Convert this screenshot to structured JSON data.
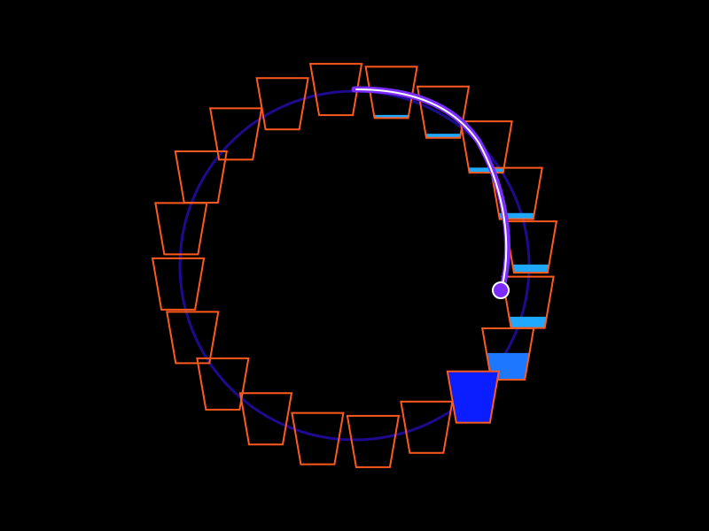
{
  "colors": {
    "background": "#000000",
    "cup_outline": "#ff5a1e",
    "ring": "#1e0a8c",
    "stream_outer": "#7b2cff",
    "stream_inner": "#ffffff",
    "water_light": "#1ea8ff",
    "water_mid": "#1e78ff",
    "water_full": "#0a1eff",
    "ball_fill": "#7b2cff",
    "ball_ring": "#ffffff"
  },
  "cups": [
    {
      "fill": 0.06
    },
    {
      "fill": 0.08
    },
    {
      "fill": 0.1
    },
    {
      "fill": 0.12
    },
    {
      "fill": 0.16
    },
    {
      "fill": 0.22
    },
    {
      "fill": 0.52
    },
    {
      "fill": 1.0
    },
    {
      "fill": 0
    },
    {
      "fill": 0
    },
    {
      "fill": 0
    },
    {
      "fill": 0
    },
    {
      "fill": 0
    },
    {
      "fill": 0
    },
    {
      "fill": 0
    },
    {
      "fill": 0
    },
    {
      "fill": 0
    },
    {
      "fill": 0
    },
    {
      "fill": 0
    },
    {
      "fill": 0
    }
  ],
  "icons": {
    "ball": "player-ball-icon",
    "stream": "water-stream"
  }
}
